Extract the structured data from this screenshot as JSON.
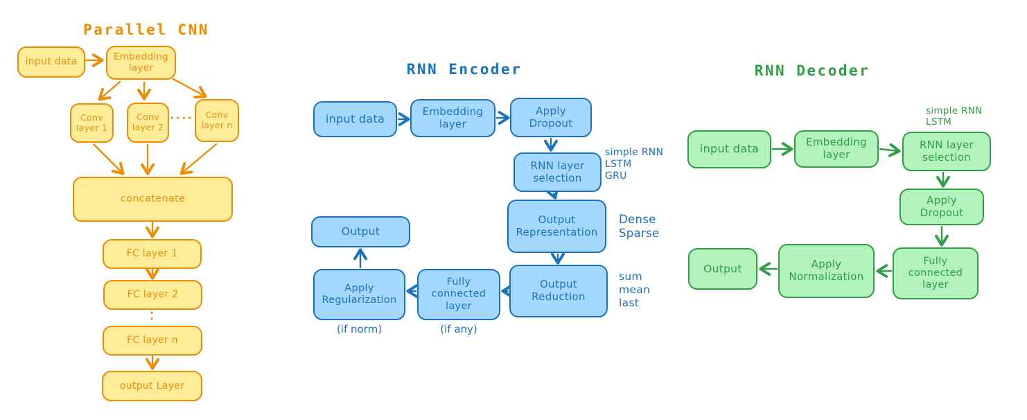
{
  "colors": {
    "orange_stroke": "#f08c00",
    "orange_fill": "#ffec99",
    "blue_stroke": "#1971c2",
    "blue_fill": "#a5d8ff",
    "green_stroke": "#2f9e44",
    "green_fill": "#b2f2bb",
    "background": "#ffffff"
  },
  "cnn": {
    "title": "Parallel CNN",
    "nodes": {
      "input_data": "input data",
      "embedding": "Embedding\nlayer",
      "conv1": "Conv\nlayer 1",
      "conv2": "Conv\nlayer 2",
      "convn": "Conv\nlayer n",
      "concatenate": "concatenate",
      "fc1": "FC layer 1",
      "fc2": "FC layer 2",
      "fcn": "FC layer n",
      "output": "output Layer"
    }
  },
  "encoder": {
    "title": "RNN Encoder",
    "nodes": {
      "input_data": "input data",
      "embedding": "Embedding\nlayer",
      "dropout": "Apply\nDropout",
      "rnn_selection": "RNN layer\nselection",
      "output_representation": "Output\nRepresentation",
      "output_reduction": "Output\nReduction",
      "fully_connected": "Fully\nconnected\nlayer",
      "regularization": "Apply\nRegularization",
      "output": "Output"
    },
    "annotations": {
      "rnn_types": "simple RNN\nLSTM\nGRU",
      "representation_types": "Dense\nSparse",
      "reduction_types": "sum\nmean\nlast",
      "if_norm": "(if norm)",
      "if_any": "(if any)"
    }
  },
  "decoder": {
    "title": "RNN Decoder",
    "nodes": {
      "input_data": "input data",
      "embedding": "Embedding\nlayer",
      "rnn_selection": "RNN layer\nselection",
      "dropout": "Apply\nDropout",
      "fully_connected": "Fully\nconnected\nlayer",
      "normalization": "Apply\nNormalization",
      "output": "Output"
    },
    "annotations": {
      "rnn_types": "simple RNN\nLSTM"
    }
  }
}
